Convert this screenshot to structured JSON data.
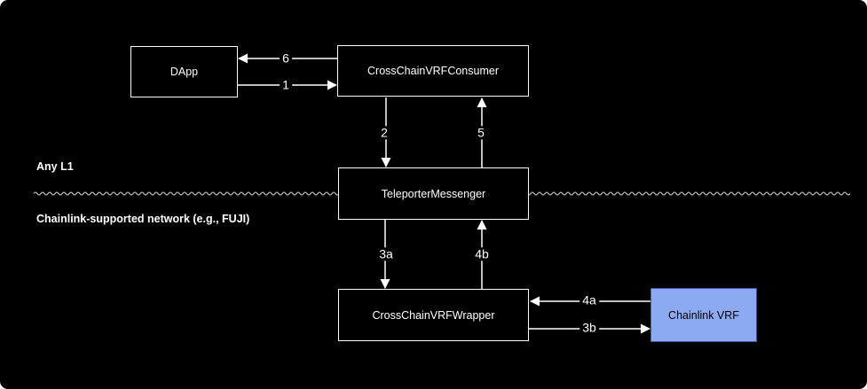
{
  "diagram": {
    "nodes": {
      "dapp": {
        "label": "DApp"
      },
      "consumer": {
        "label": "CrossChainVRFConsumer"
      },
      "teleporter": {
        "label": "TeleporterMessenger"
      },
      "wrapper": {
        "label": "CrossChainVRFWrapper"
      },
      "chainlink_vrf": {
        "label": "Chainlink VRF"
      }
    },
    "edges": {
      "step1": {
        "label": "1",
        "from": "dapp",
        "to": "consumer",
        "direction": "right"
      },
      "step2": {
        "label": "2",
        "from": "consumer",
        "to": "teleporter",
        "direction": "down"
      },
      "step3a": {
        "label": "3a",
        "from": "teleporter",
        "to": "wrapper",
        "direction": "down"
      },
      "step3b": {
        "label": "3b",
        "from": "wrapper",
        "to": "chainlink_vrf",
        "direction": "right"
      },
      "step4a": {
        "label": "4a",
        "from": "chainlink_vrf",
        "to": "wrapper",
        "direction": "left"
      },
      "step4b": {
        "label": "4b",
        "from": "wrapper",
        "to": "teleporter",
        "direction": "up"
      },
      "step5": {
        "label": "5",
        "from": "teleporter",
        "to": "consumer",
        "direction": "up"
      },
      "step6": {
        "label": "6",
        "from": "consumer",
        "to": "dapp",
        "direction": "left"
      }
    },
    "regions": {
      "top": {
        "label": "Any L1"
      },
      "bottom": {
        "label": "Chainlink-supported network (e.g., FUJI)"
      }
    },
    "colors": {
      "background": "#000000",
      "node_border": "#ffffff",
      "node_text": "#ffffff",
      "arrow": "#ffffff",
      "divider_line": "#b5b5b5",
      "chainlink_fill": "#8CA9F1",
      "chainlink_border": "#4A55A3",
      "chainlink_text": "#000000"
    }
  }
}
